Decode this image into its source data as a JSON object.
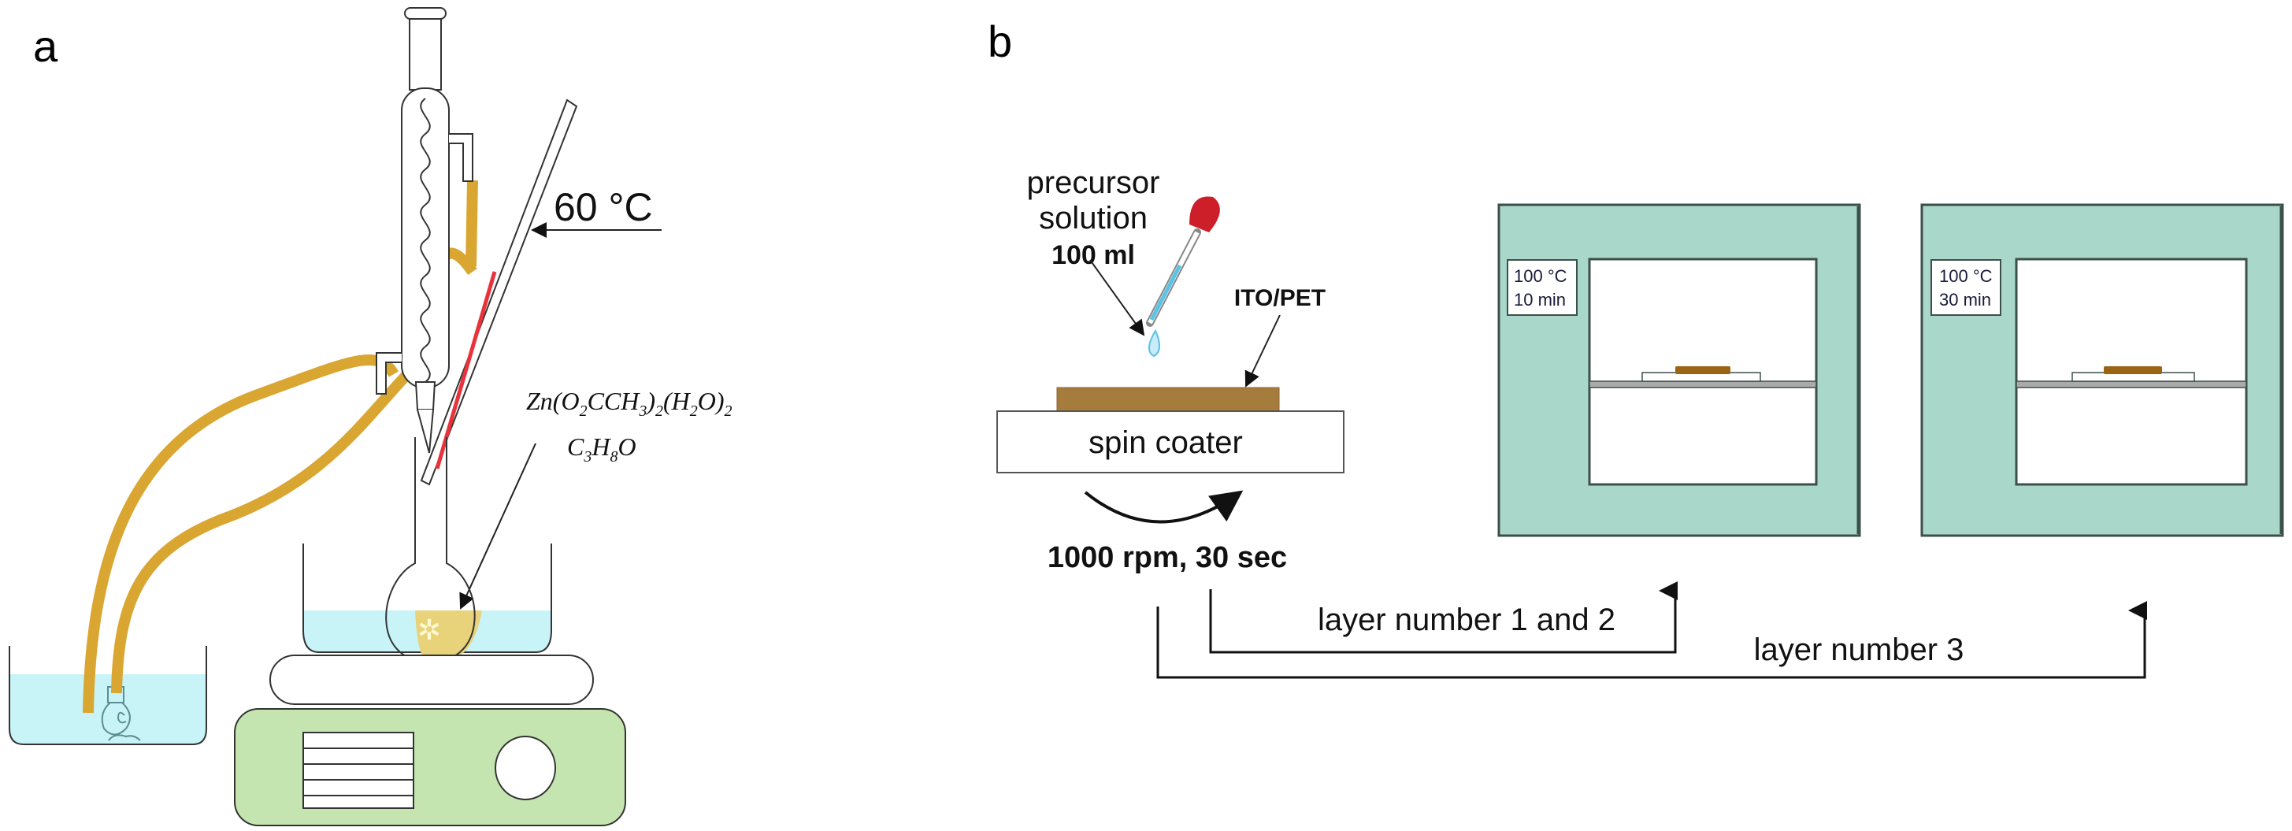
{
  "panels": {
    "a": {
      "label": "a",
      "thermometer_reading": "60 °C",
      "formula_line1": {
        "parts": [
          "Zn(O",
          "2",
          "CCH",
          "3",
          ")",
          "2",
          "(H",
          "2",
          "O)",
          "2"
        ]
      },
      "formula_line2": {
        "parts": [
          "C",
          "3",
          "H",
          "8",
          "O"
        ]
      },
      "colors": {
        "tubing": "#d9a631",
        "water": "#c8f4f8",
        "solution": "#e8d27a",
        "hotplate": "#c5e5b0",
        "thermometer_liquid": "#e8323c"
      }
    },
    "b": {
      "label": "b",
      "precursor_label_line1": "precursor",
      "precursor_label_line2": "solution",
      "precursor_volume": "100 ml",
      "substrate_label": "ITO/PET",
      "spin_coater_label": "spin coater",
      "spin_params": "1000 rpm, 30 sec",
      "oven1": {
        "temperature": "100 °C",
        "time": "10 min"
      },
      "oven2": {
        "temperature": "100 °C",
        "time": "30 min"
      },
      "flow1_label": "layer number 1 and 2",
      "flow2_label": "layer number 3",
      "colors": {
        "oven_body": "#a9d8cb",
        "substrate": "#a67c3d",
        "pipette_bulb": "#cc1f2a",
        "pipette_liquid": "#5bc3e6"
      }
    }
  }
}
